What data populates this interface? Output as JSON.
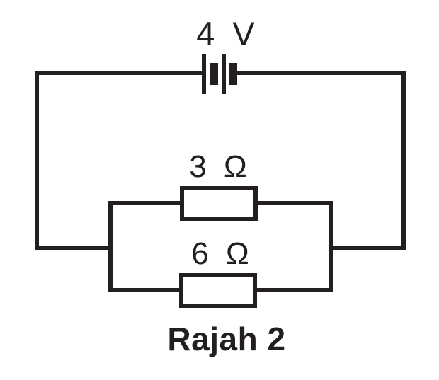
{
  "colors": {
    "ink": "#231f20",
    "background": "#ffffff"
  },
  "diagram": {
    "battery": {
      "label": "4 V"
    },
    "resistors": [
      {
        "position": "top-branch",
        "label": "3 Ω"
      },
      {
        "position": "bottom-branch",
        "label": "6 Ω"
      }
    ],
    "caption": "Rajah 2"
  }
}
